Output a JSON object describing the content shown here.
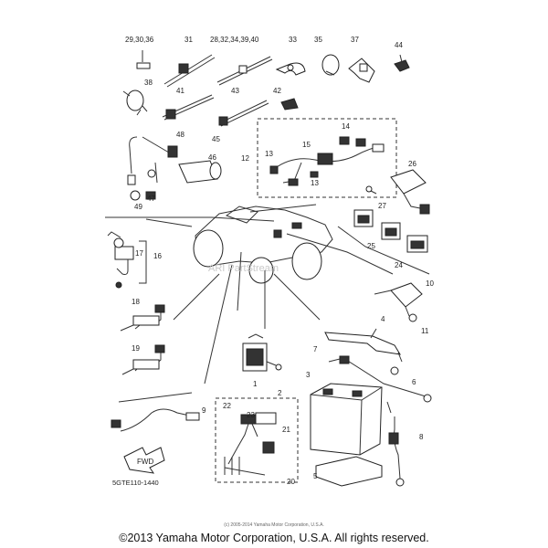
{
  "labels": {
    "l29_30_36": "29,30,36",
    "l31": "31",
    "l28_32_34_39_40": "28,32,34,39,40",
    "l33": "33",
    "l35": "35",
    "l37": "37",
    "l44": "44",
    "l38": "38",
    "l41": "41",
    "l43": "43",
    "l42": "42",
    "l14": "14",
    "l15": "15",
    "l13a": "13",
    "l13b": "13",
    "l12": "12",
    "l48": "48",
    "l45": "45",
    "l46": "46",
    "l47": "47",
    "l49": "49",
    "l26": "26",
    "l27": "27",
    "l25": "25",
    "l24": "24",
    "l17": "17",
    "l16": "16",
    "l18": "18",
    "l19": "19",
    "l10": "10",
    "l11": "11",
    "l4": "4",
    "l7": "7",
    "l6": "6",
    "l3": "3",
    "l1": "1",
    "l2": "2",
    "l9": "9",
    "l22": "22",
    "l23": "23",
    "l21": "21",
    "l20": "20",
    "l8": "8",
    "l5": "5"
  },
  "fwd_label": "FWD",
  "part_number": "5GTE110-1440",
  "watermark": "ARI PartStream",
  "small_copyright": "(c) 2005-2014 Yamaha Motor Corporation, U.S.A.",
  "footer": "©2013 Yamaha Motor Corporation, U.S.A. All rights reserved."
}
